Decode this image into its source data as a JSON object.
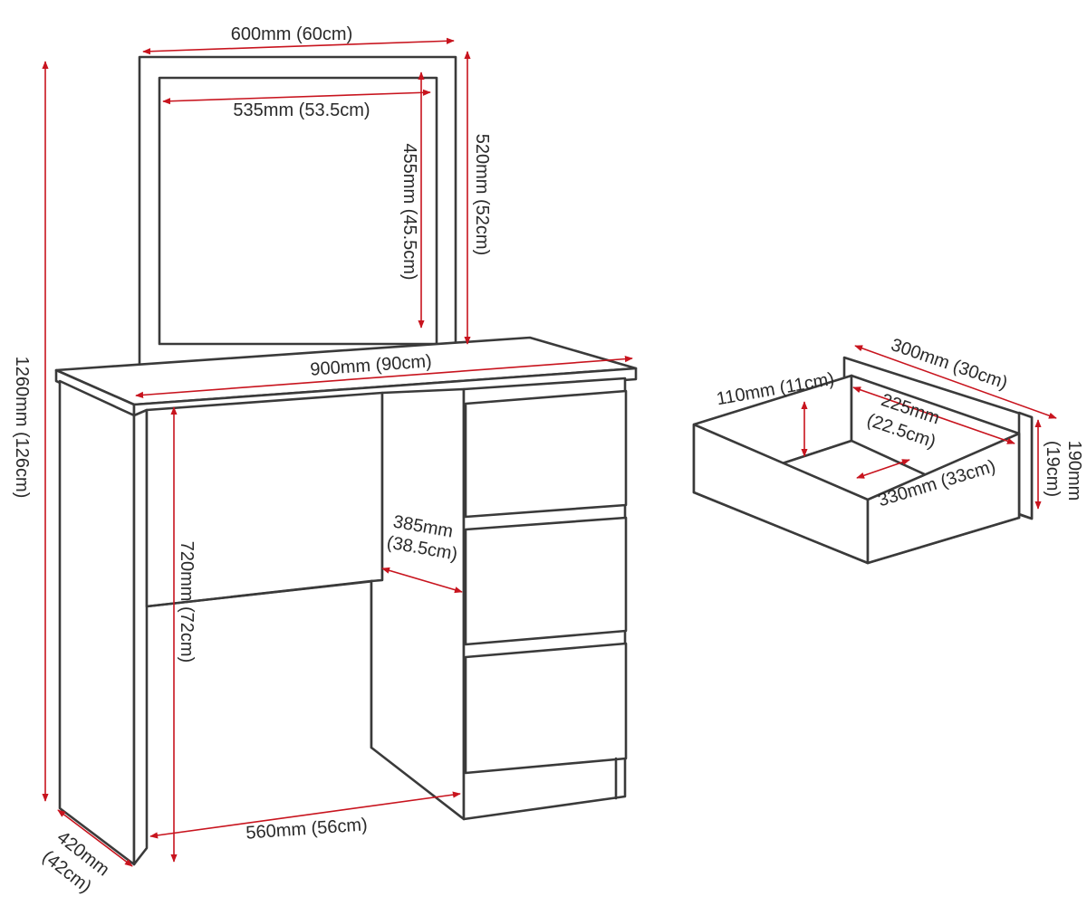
{
  "colors": {
    "dimension": "#c8141e",
    "outline": "#3a3a3a",
    "text": "#2a2a2a",
    "background": "#ffffff"
  },
  "dimensions": {
    "mirror_outer_width": "600mm (60cm)",
    "mirror_inner_width": "535mm (53.5cm)",
    "mirror_inner_height": "455mm (45.5cm)",
    "mirror_outer_height": "520mm (52cm)",
    "total_height": "1260mm (126cm)",
    "table_width": "900mm (90cm)",
    "table_height": "720mm (72cm)",
    "inner_depth_line1": "385mm",
    "inner_depth_line2": "(38.5cm)",
    "knee_width": "560mm (56cm)",
    "depth_line1": "420mm",
    "depth_line2": "(42cm)",
    "drawer_height_inner": "110mm (11cm)",
    "drawer_depth": "300mm (30cm)",
    "drawer_inner_depth_line1": "225mm",
    "drawer_inner_depth_line2": "(22.5cm)",
    "drawer_inner_width": "330mm (33cm)",
    "drawer_front_height_line1": "190mm",
    "drawer_front_height_line2": "(19cm)"
  }
}
